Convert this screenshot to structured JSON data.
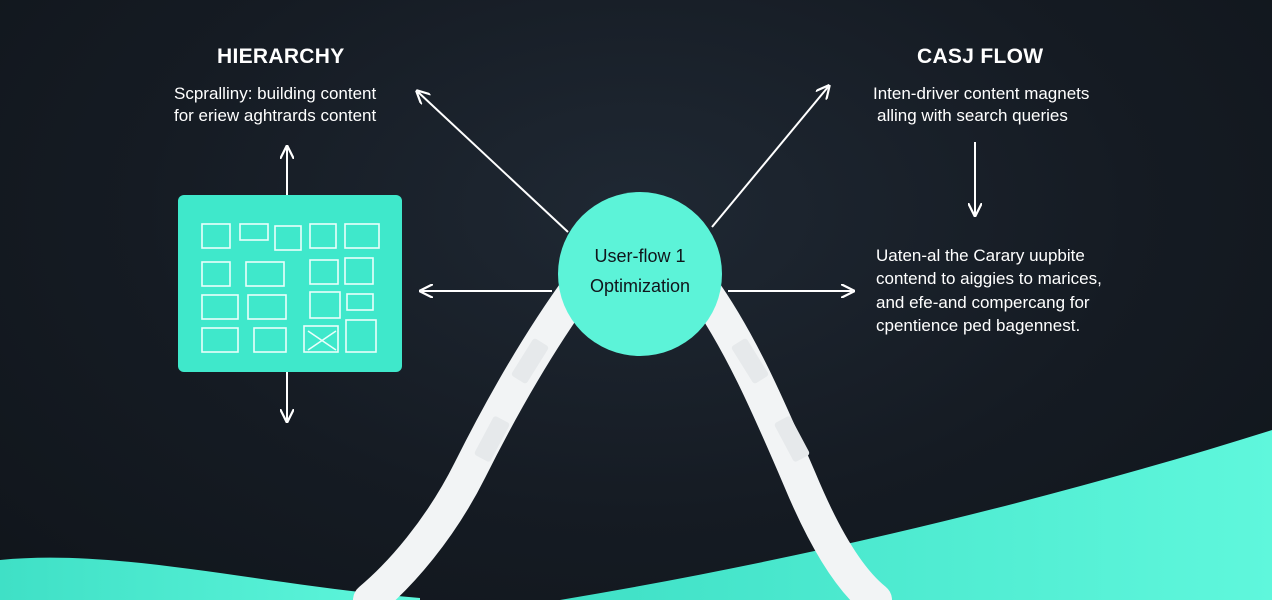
{
  "center": {
    "line1": "User-flow 1",
    "line2": "Optimization"
  },
  "left": {
    "heading": "HIERARCHY",
    "lines": [
      "Scpralliny: building content",
      "for eriew aghtrards content"
    ]
  },
  "right_top": {
    "heading": "CASJ FLOW",
    "lines": [
      "Inten-driver content magnets",
      "alling with search queries"
    ]
  },
  "right_bottom": {
    "lines": [
      "Uaten-al the Carary uupbite",
      "contend to aiggies to marices,",
      "and efe-and compercang for",
      "cpentience ped bagennest."
    ]
  },
  "colors": {
    "accent": "#5ef5d9",
    "background": "#151b23",
    "text": "#ffffff"
  }
}
